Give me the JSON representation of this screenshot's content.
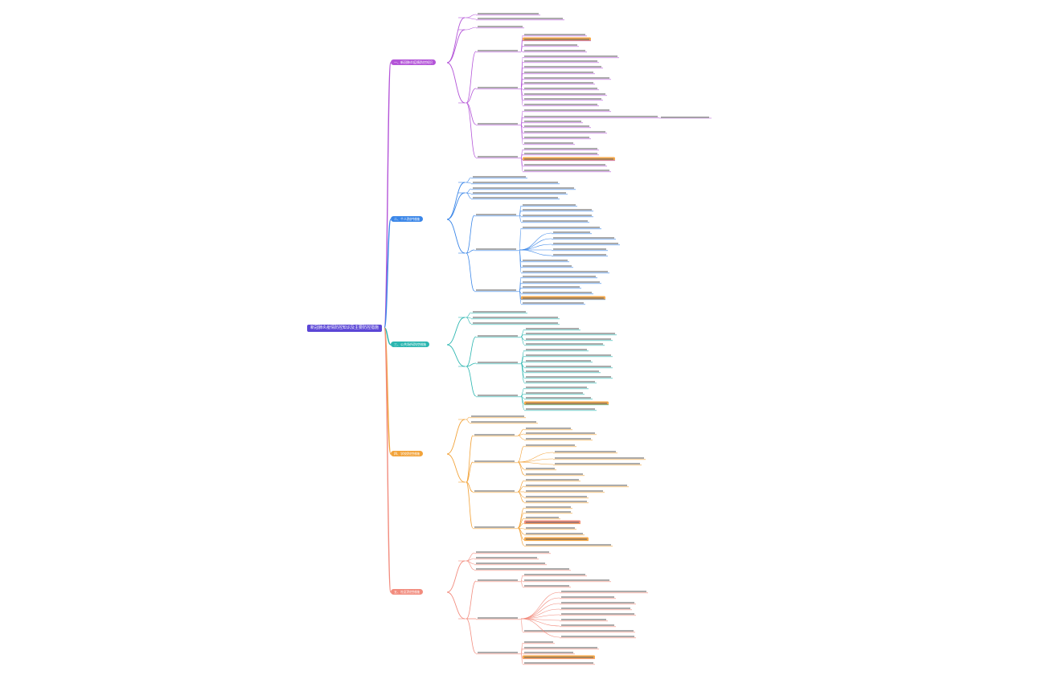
{
  "root": {
    "label": "新冠肺炎疫情防控知识及主要防控措施"
  },
  "colors": {
    "root": "#5b46d6",
    "branch1": "#b455d8",
    "branch2": "#3a86e8",
    "branch3": "#2bb6b0",
    "branch4": "#f2a33a",
    "branch5": "#f28c7e",
    "highlight_orange": "#f6a94a",
    "highlight_red": "#e23b2e"
  },
  "branches": [
    {
      "label": "一、新冠肺炎疫情防控知识"
    },
    {
      "label": "二、个人防护措施"
    },
    {
      "label": "三、公共场所防控措施"
    },
    {
      "label": "四、学校防控措施"
    },
    {
      "label": "五、社区防控措施"
    }
  ]
}
